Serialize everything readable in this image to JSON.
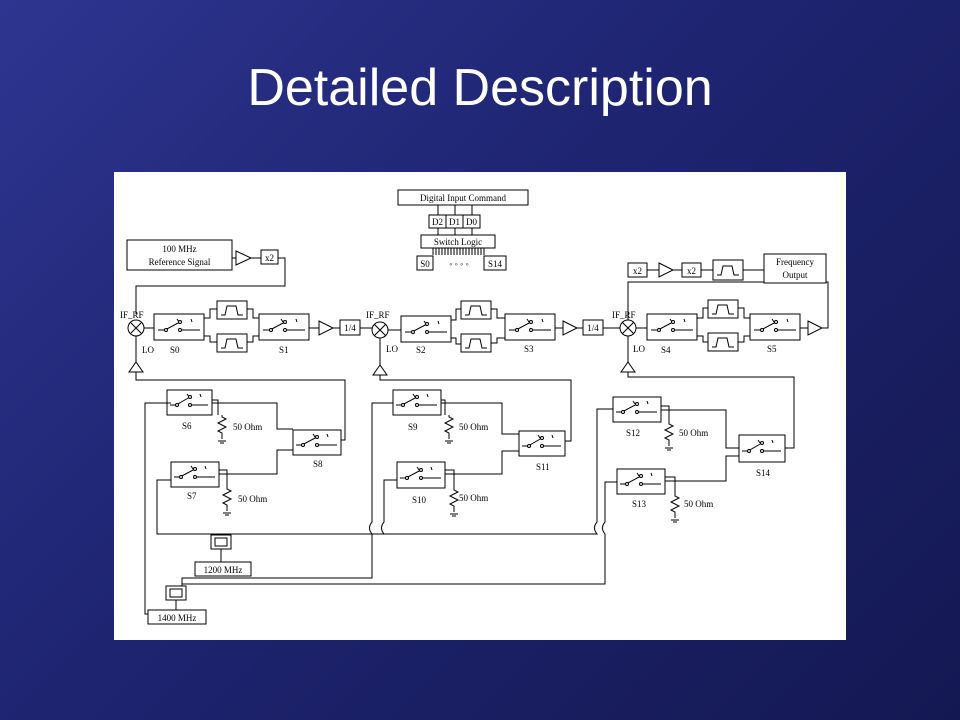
{
  "slide": {
    "title": "Detailed Description"
  },
  "diagram": {
    "command": {
      "title": "Digital Input Command",
      "bits": [
        "D2",
        "D1",
        "D0"
      ],
      "logic": "Switch Logic",
      "range_start": "S0",
      "range_dots": "◦ ◦ ◦ ◦",
      "range_end": "S14"
    },
    "reference": {
      "line1": "100 MHz",
      "line2": "Reference Signal"
    },
    "output": {
      "line1": "Frequency",
      "line2": "Output"
    },
    "multiplier": "x2",
    "divider": "1/4",
    "mixer": {
      "if_rf": "IF_RF",
      "lo": "LO"
    },
    "switches": [
      "S0",
      "S1",
      "S2",
      "S3",
      "S4",
      "S5",
      "S6",
      "S7",
      "S8",
      "S9",
      "S10",
      "S11",
      "S12",
      "S13",
      "S14"
    ],
    "resistor": "50 Ohm",
    "sources": {
      "f1200": "1200 MHz",
      "f1400": "1400 MHz"
    }
  }
}
